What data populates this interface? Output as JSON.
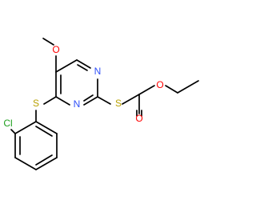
{
  "molecule": {
    "atoms": {
      "methoxy_o": "O",
      "n_top": "N",
      "n_bottom": "N",
      "s_left": "S",
      "s_right": "S",
      "ester_o": "O",
      "carbonyl_o": "O",
      "cl": "Cl"
    },
    "colors": {
      "bond": "#000000",
      "oxygen": "#ff0000",
      "nitrogen": "#3050f8",
      "sulfur": "#b8a000",
      "chlorine": "#1fa01f"
    }
  }
}
